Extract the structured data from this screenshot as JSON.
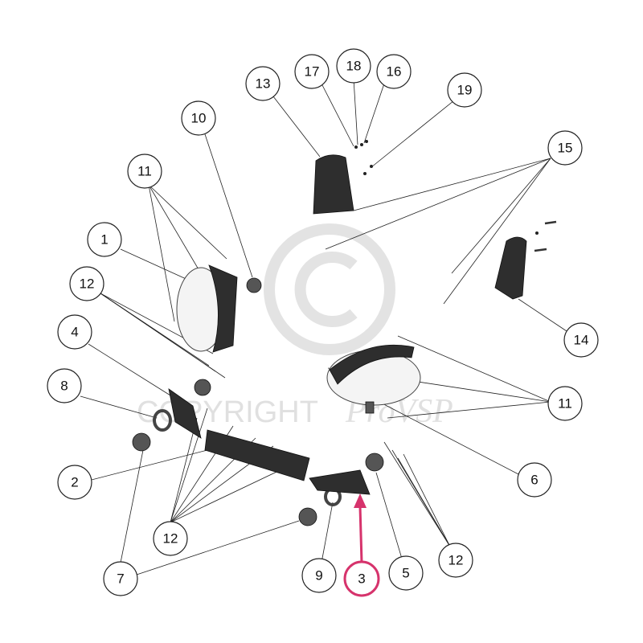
{
  "callouts": {
    "c1": "1",
    "c2": "2",
    "c3": "3",
    "c4": "4",
    "c5": "5",
    "c6": "6",
    "c7": "7",
    "c8": "8",
    "c9": "9",
    "c10": "10",
    "c11a": "11",
    "c11b": "11",
    "c12a": "12",
    "c12b": "12",
    "c12c": "12",
    "c13": "13",
    "c14": "14",
    "c15": "15",
    "c16": "16",
    "c17": "17",
    "c18": "18",
    "c19": "19"
  },
  "watermark": {
    "text": "COPYRIGHT",
    "brand": "ProVSP"
  },
  "colors": {
    "highlight": "#d6336c",
    "line": "#222222",
    "part": "#2e2e2e"
  }
}
